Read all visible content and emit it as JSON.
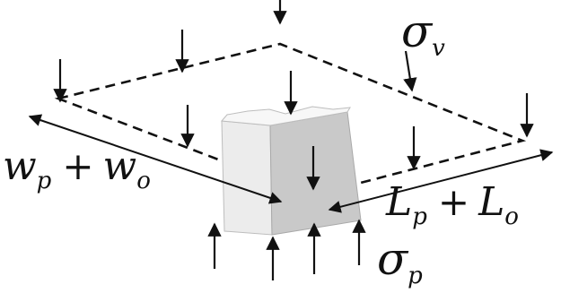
{
  "diagram": {
    "sigma_v": {
      "symbol": "σ",
      "sub": "v"
    },
    "sigma_p": {
      "symbol": "σ",
      "sub": "p"
    },
    "width_label": {
      "a": "w",
      "a_sub": "p",
      "op": "+",
      "b": "w",
      "b_sub": "o"
    },
    "length_label": {
      "a": "L",
      "a_sub": "p",
      "op": "+",
      "b": "L",
      "b_sub": "o"
    }
  },
  "colors": {
    "ink": "#111111",
    "pillar_front": "#ececec",
    "pillar_side": "#c9c9c9",
    "pillar_top": "#f7f7f7"
  }
}
